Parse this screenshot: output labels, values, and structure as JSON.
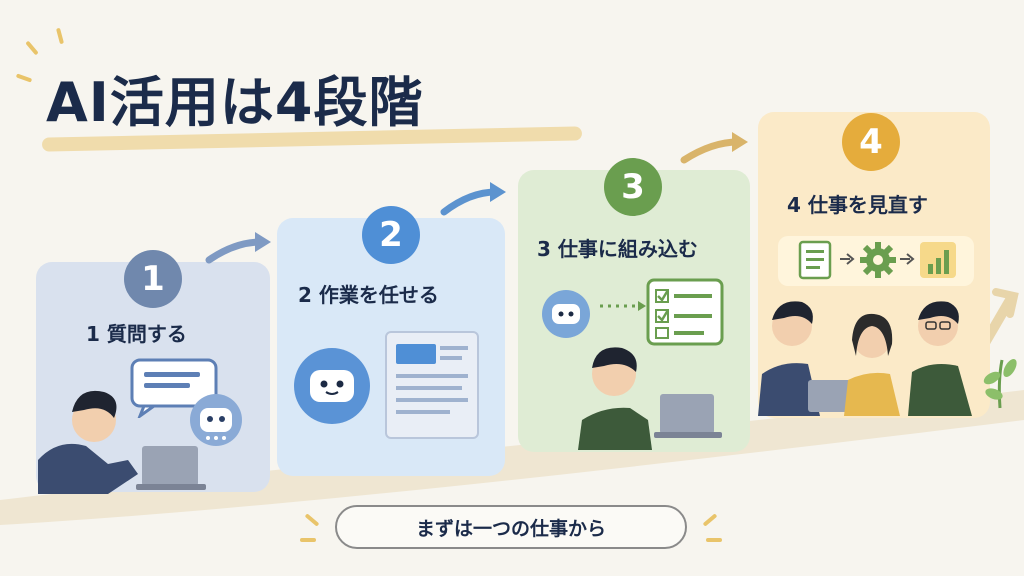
{
  "title": "AI活用は4段階",
  "steps": [
    {
      "number": "1",
      "label": "1 質問する",
      "color": "#7088ad"
    },
    {
      "number": "2",
      "label": "2 作業を任せる",
      "color": "#4f8fd6"
    },
    {
      "number": "3",
      "label": "3 仕事に組み込む",
      "color": "#6a9e4f"
    },
    {
      "number": "4",
      "label": "4 仕事を見直す",
      "color": "#e5ac3c"
    }
  ],
  "footer": {
    "pill_text": "まずは一つの仕事から"
  },
  "icons": [
    "chat-bubble-icon",
    "robot-icon",
    "document-icon",
    "checklist-icon",
    "gear-icon",
    "bar-chart-icon",
    "arrow-icon",
    "laptop-icon",
    "plant-icon"
  ]
}
